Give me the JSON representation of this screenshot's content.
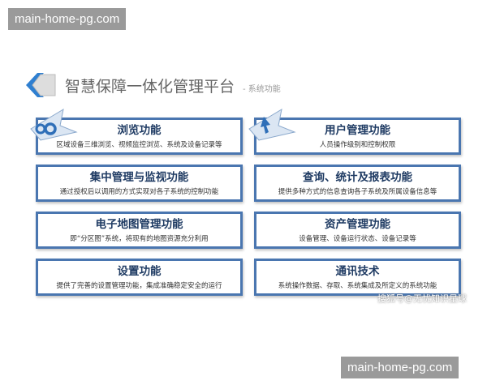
{
  "watermark": "main-home-pg.com",
  "header": {
    "title": "智慧保障一体化管理平台",
    "subtitle": "- 系统功能"
  },
  "cards": [
    {
      "title": "浏览功能",
      "desc": "区域设备三维浏览、视频监控浏览、系统及设备记录等",
      "icon": "gears-icon"
    },
    {
      "title": "用户管理功能",
      "desc": "人员操作级别和控制权限",
      "icon": "arrow-up-icon"
    },
    {
      "title": "集中管理与监视功能",
      "desc": "通过授权后以调用的方式实现对各子系统的控制功能"
    },
    {
      "title": "查询、统计及报表功能",
      "desc": "提供多种方式的信息查询各子系统及所属设备信息等"
    },
    {
      "title": "电子地图管理功能",
      "desc": "即“分区图”系统，将现有的地图资源充分利用"
    },
    {
      "title": "资产管理功能",
      "desc": "设备管理、设备运行状态、设备记录等"
    },
    {
      "title": "设置功能",
      "desc": "提供了完善的设置管理功能，集成准确稳定安全的运行"
    },
    {
      "title": "通讯技术",
      "desc": "系统操作数据、存取、系统集成及所定义的系统功能"
    }
  ],
  "credit": "搜狐号@无忧知识星球",
  "colors": {
    "border": "#4a76b0",
    "title": "#1f3b63"
  }
}
